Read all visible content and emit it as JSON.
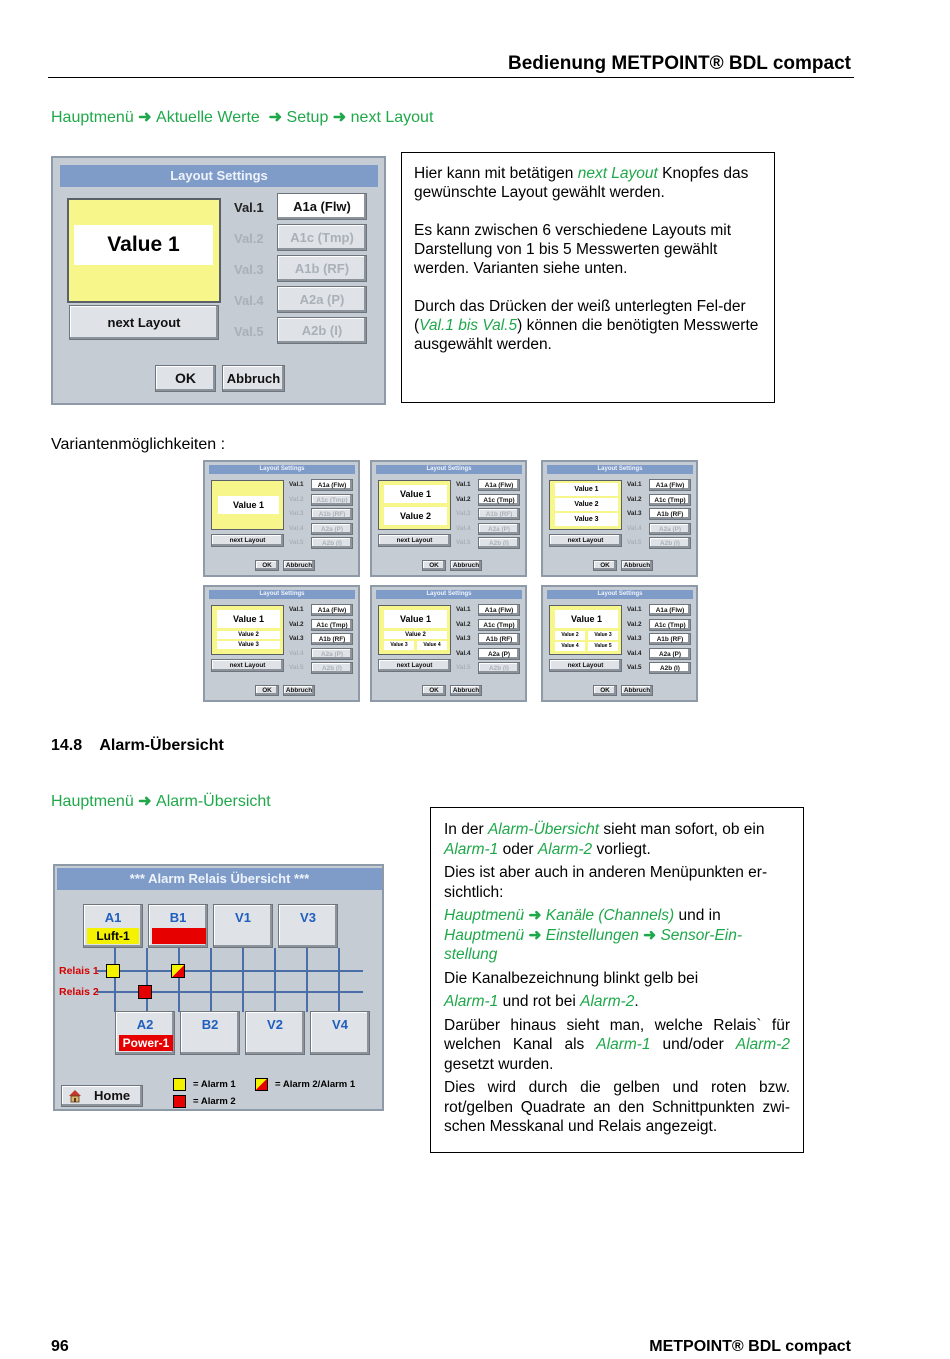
{
  "header": {
    "title": "Bedienung METPOINT® BDL compact"
  },
  "breadcrumb1": [
    "Hauptmenü",
    "Aktuelle Werte",
    "Setup",
    "next Layout"
  ],
  "layout_screen": {
    "title": "Layout Settings",
    "value_text": "Value 1",
    "next_layout": "next Layout",
    "ok": "OK",
    "cancel": "Abbruch",
    "rows": [
      {
        "label": "Val.1",
        "value": "A1a (Flw)"
      },
      {
        "label": "Val.2",
        "value": "A1c (Tmp)"
      },
      {
        "label": "Val.3",
        "value": "A1b (RF)"
      },
      {
        "label": "Val.4",
        "value": "A2a (P)"
      },
      {
        "label": "Val.5",
        "value": "A2b (I)"
      }
    ]
  },
  "info_box1": {
    "p1_a": "Hier kann mit betätigen ",
    "p1_b": "next Layout",
    "p1_c": " Knopfes das gewünschte Layout gewählt werden.",
    "p2": "Es kann zwischen 6 verschiedene Layouts mit Darstellung von 1 bis 5 Messwerten gewählt werden. Varianten siehe unten.",
    "p3_a": "Durch das Drücken der weiß unterlegten Fel-der (",
    "p3_b": "Val.1 bis Val.5",
    "p3_c": ") können die benötigten Messwerte ausgewählt werden."
  },
  "variants_label": "Variantenmöglichkeiten :",
  "thumbs": {
    "title": "Layout Settings",
    "next_layout": "next Layout",
    "ok": "OK",
    "cancel": "Abbruch",
    "labels": [
      "Val.1",
      "Val.2",
      "Val.3",
      "Val.4",
      "Val.5"
    ],
    "values": [
      "A1a (Flw)",
      "A1c (Tmp)",
      "A1b (RF)",
      "A2a (P)",
      "A2b (I)"
    ],
    "v1": "Value 1",
    "v2": "Value 2",
    "v3": "Value 3",
    "v4": "Value 4",
    "v5": "Value 5"
  },
  "section": {
    "number": "14.8",
    "title": "Alarm-Übersicht"
  },
  "breadcrumb2": [
    "Hauptmenü",
    "Alarm-Übersicht"
  ],
  "alarm_screen": {
    "title": "***   Alarm Relais Übersicht   ***",
    "channels_top": [
      "A1",
      "B1",
      "V1",
      "V3"
    ],
    "a1_label": "Luft-1",
    "channels_bottom": [
      "A2",
      "B2",
      "V2",
      "V4"
    ],
    "a2_label": "Power-1",
    "relais1": "Relais 1",
    "relais2": "Relais 2",
    "home": "Home",
    "legend_alarm1": "= Alarm 1",
    "legend_alarm2": "= Alarm 2",
    "legend_alarm21": "= Alarm 2/Alarm 1",
    "colors": {
      "yellow": "#f5f200",
      "red": "#e60000",
      "blue_title": "#7f9cc9"
    }
  },
  "info_box2": {
    "l1_a": "In der ",
    "l1_b": "Alarm-Übersicht",
    "l1_c": " sieht man sofort, ob ein",
    "l2_a": "Alarm-1",
    "l2_b": " oder ",
    "l2_c": "Alarm-2",
    "l2_d": " vorliegt.",
    "p2": "Dies ist aber auch in anderen Menüpunkten er-sichtlich:",
    "l3_a": "Hauptmenü",
    "l3_b": " Kanäle (Channels)",
    "l3_c": " und in",
    "l4_a": "Hauptmenü",
    "l4_b": " Einstellungen",
    "l4_c": " Sensor-Ein-stellung",
    "p4": "Die Kanalbezeichnung blinkt gelb bei",
    "l5_a": "Alarm-1",
    "l5_b": " und rot bei ",
    "l5_c": "Alarm-2",
    "l5_d": ".",
    "p6_a": "Darüber hinaus sieht man, welche Relais` für welchen Kanal als ",
    "p6_b": "Alarm-1",
    "p6_c": " und/oder ",
    "p6_d": "Alarm-2",
    "p6_e": " gesetzt wurden.",
    "p7": "Dies wird durch die gelben und roten bzw. rot/gelben Quadrate an den Schnittpunkten zwi-schen Messkanal und Relais angezeigt."
  },
  "footer": {
    "page": "96",
    "title": "METPOINT® BDL compact"
  }
}
